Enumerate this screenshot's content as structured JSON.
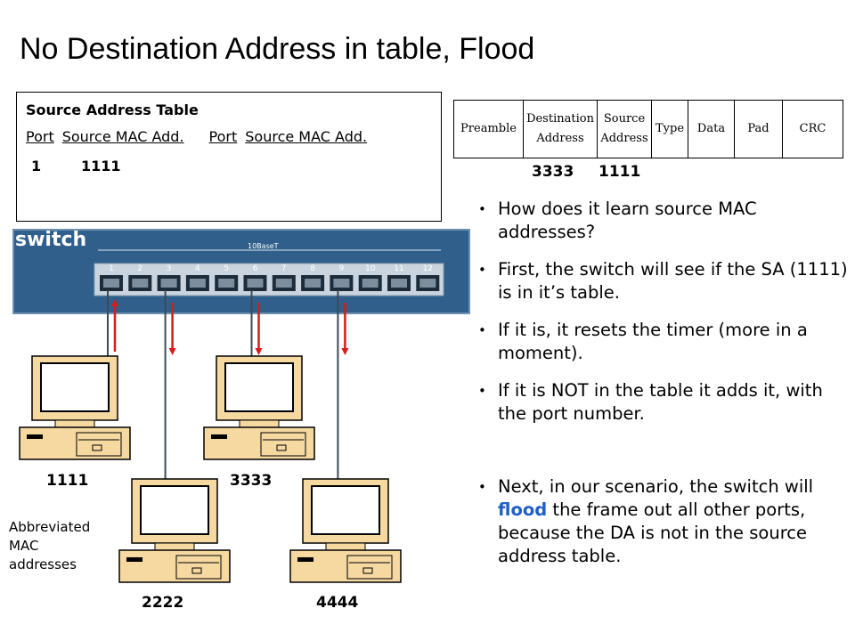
{
  "title": "No Destination Address in table, Flood",
  "source_table": {
    "title": "Source Address Table",
    "headers": [
      "Port",
      "Source MAC Add.",
      "Port",
      "Source MAC Add."
    ],
    "rows": [
      {
        "port": "1",
        "mac": "1111"
      }
    ]
  },
  "frame": {
    "fields": [
      {
        "line1": "Preamble",
        "line2": ""
      },
      {
        "line1": "Destination",
        "line2": "Address"
      },
      {
        "line1": "Source",
        "line2": "Address"
      },
      {
        "line1": "Type",
        "line2": ""
      },
      {
        "line1": "Data",
        "line2": ""
      },
      {
        "line1": "Pad",
        "line2": ""
      },
      {
        "line1": "CRC",
        "line2": ""
      }
    ],
    "destination_value": "3333",
    "source_value": "1111"
  },
  "switch": {
    "label": "switch",
    "model": "10BaseT",
    "ports": [
      "1",
      "2",
      "3",
      "4",
      "5",
      "6",
      "7",
      "8",
      "9",
      "10",
      "11",
      "12"
    ]
  },
  "computers": [
    "1111",
    "3333",
    "2222",
    "4444"
  ],
  "abbrev_note": "Abbreviated MAC addresses",
  "bullets": [
    {
      "text": "How does it learn source MAC addresses?"
    },
    {
      "text": "First, the switch will see if the SA (1111) is in it’s table."
    },
    {
      "text": "If it is, it resets the timer (more in a moment)."
    },
    {
      "text": "If it is NOT in the table it adds it, with the port number."
    },
    {
      "before": "Next, in our scenario, the switch will ",
      "highlight": "flood",
      "after": " the frame out all other ports, because the DA is not in the source address table."
    }
  ],
  "colors": {
    "arrow": "#d81b1b",
    "flood": "#1f5fc8",
    "switch_body": "#2f5f8a",
    "computer": "#f5d9a0"
  }
}
